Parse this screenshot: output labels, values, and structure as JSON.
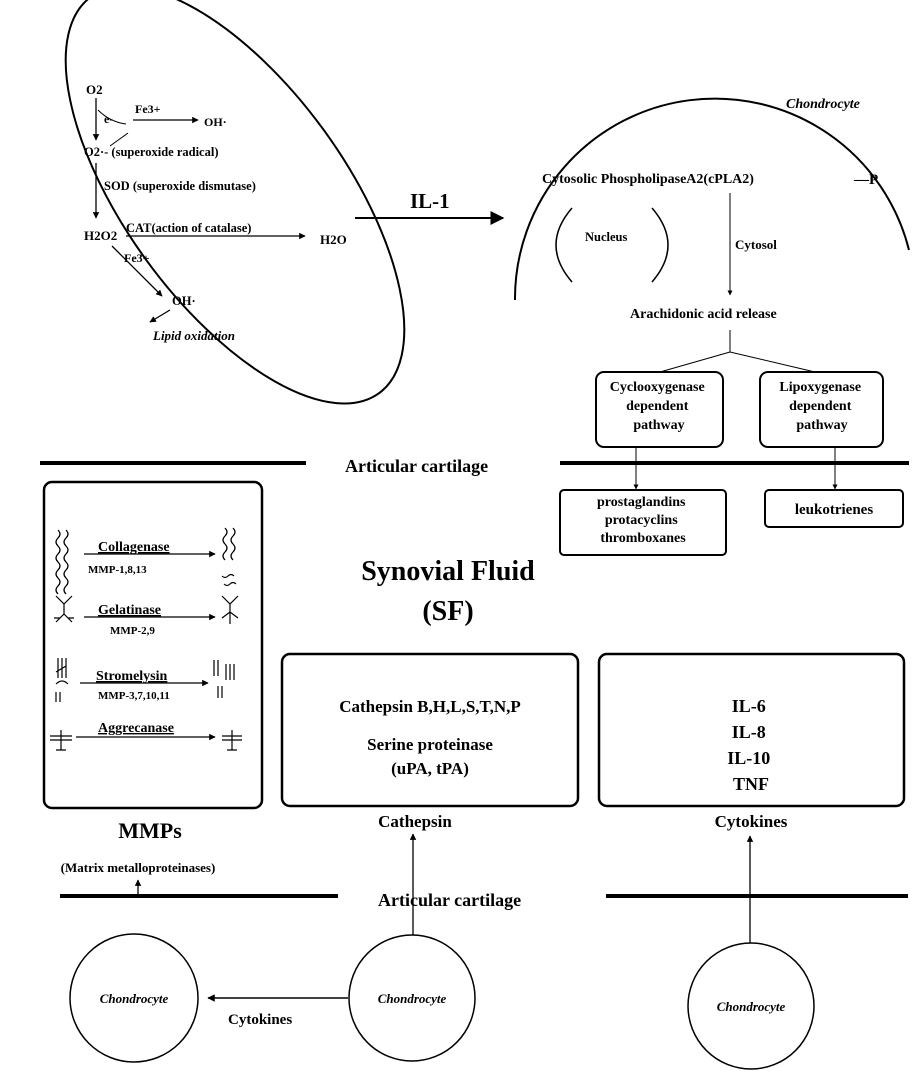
{
  "ros": {
    "o2": "O2",
    "e_minus": "e-",
    "fe3_top": "Fe3+",
    "oh_top": "OH·",
    "superoxide": "O2·- (superoxide radical)",
    "sod": "SOD (superoxide dismutase)",
    "h2o2": "H2O2",
    "cat": "CAT(action of catalase)",
    "h2o": "H2O",
    "fe3_bottom": "Fe3+",
    "oh_bottom": "OH·",
    "lipid": "Lipid oxidation"
  },
  "il1": "IL-1",
  "chondro_cell": {
    "title": "Chondrocyte",
    "cpla2": "Cytosolic PhospholipaseA2(cPLA2)",
    "p_mark": "—P",
    "nucleus": "Nucleus",
    "cytosol": "Cytosol",
    "arachidonic": "Arachidonic acid release",
    "cox": [
      "Cyclooxygenase",
      "dependent",
      "pathway"
    ],
    "lox": [
      "Lipoxygenase",
      "dependent",
      "pathway"
    ]
  },
  "cartilage_top": "Articular cartilage",
  "prostaglandins": [
    "prostaglandins",
    "protacyclins",
    "thromboxanes"
  ],
  "leukotrienes": "leukotrienes",
  "sf": [
    "Synovial Fluid",
    "(SF)"
  ],
  "mmps": {
    "enzymes": [
      {
        "name": "Collagenase",
        "sub": "MMP-1,8,13"
      },
      {
        "name": "Gelatinase",
        "sub": "MMP-2,9"
      },
      {
        "name": "Stromelysin",
        "sub": "MMP-3,7,10,11"
      },
      {
        "name": "Aggrecanase",
        "sub": ""
      }
    ],
    "label": "MMPs",
    "full": "(Matrix metalloproteinases)"
  },
  "cathepsin_box": {
    "line1": "Cathepsin B,H,L,S,T,N,P",
    "line2": "Serine proteinase",
    "line3": "(uPA, tPA)",
    "label": "Cathepsin"
  },
  "cytokine_box": {
    "items": [
      "IL-6",
      "IL-8",
      "IL-10",
      "TNF"
    ],
    "label": "Cytokines"
  },
  "cartilage_bottom": "Articular cartilage",
  "cells": {
    "left": "Chondrocyte",
    "middle": "Chondrocyte",
    "right": "Chondrocyte",
    "arrow_label": "Cytokines"
  }
}
